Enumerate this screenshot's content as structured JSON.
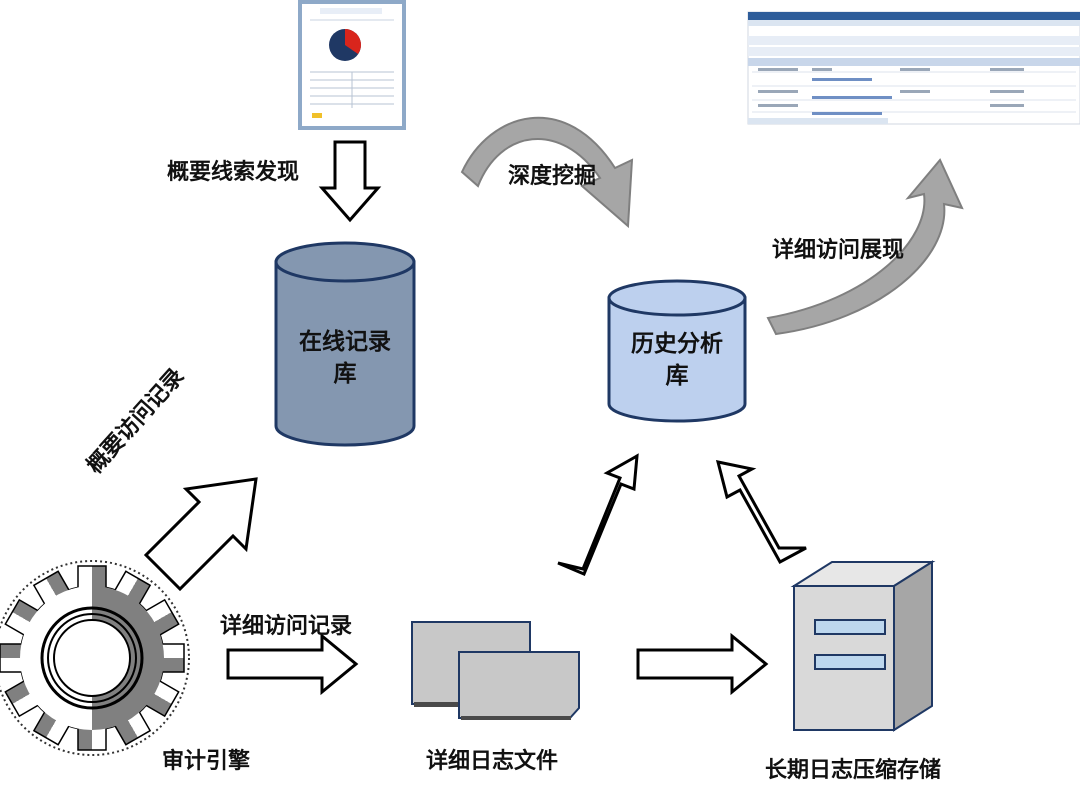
{
  "labels": {
    "summary_clue": "概要线索发现",
    "deep_mining": "深度挖掘",
    "detail_display": "详细访问展现",
    "summary_record": "概要访问记录",
    "detail_record": "详细访问记录",
    "audit_engine": "审计引擎",
    "detail_log_file": "详细日志文件",
    "long_term_storage": "长期日志压缩存储"
  },
  "databases": {
    "online": {
      "line1": "在线记录",
      "line2": "库",
      "color": "#8497b0"
    },
    "history": {
      "line1": "历史分析",
      "line2": "库",
      "color": "#bdd0ee"
    }
  },
  "colors": {
    "curved_arrow": "#a6a6a6",
    "outline": "#1f3864",
    "report_border": "#8ea9c8",
    "pie_red": "#d9251c",
    "pie_navy": "#1f3864",
    "server_body": "#d9d9d9",
    "server_slot": "#bdd7ee"
  }
}
